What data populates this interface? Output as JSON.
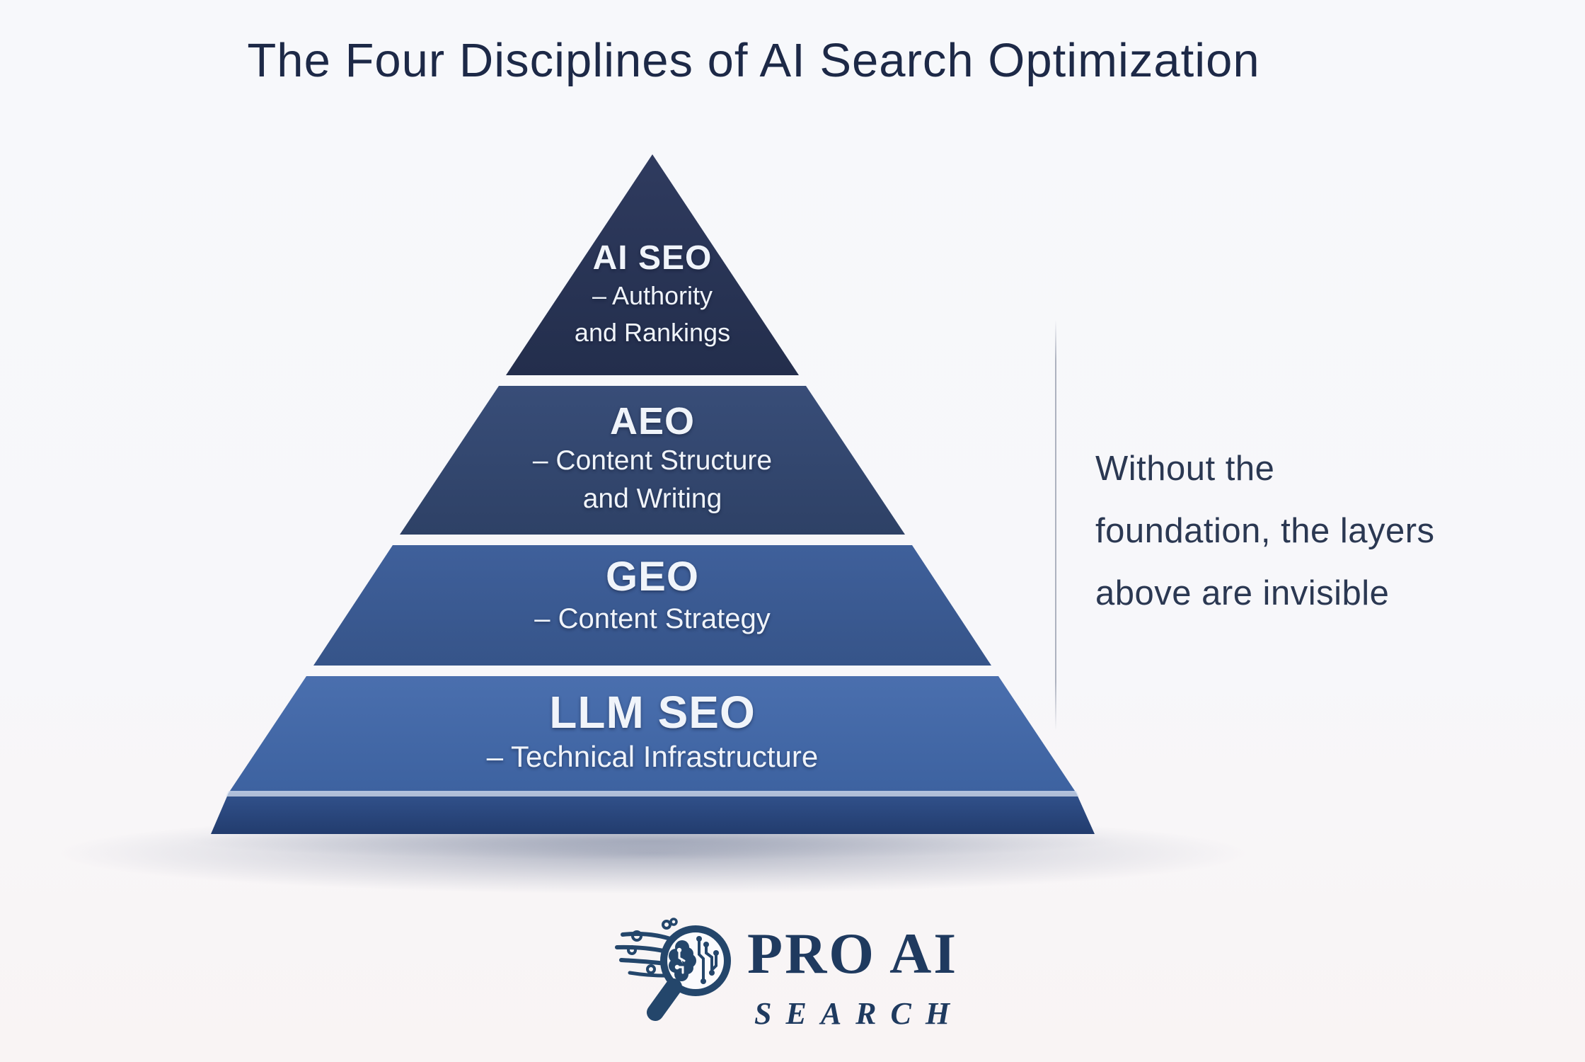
{
  "title": "The Four Disciplines of AI Search Optimization",
  "pyramid": {
    "layers": [
      {
        "name": "AI SEO",
        "subtitle1": "– Authority",
        "subtitle2": "and Rankings",
        "color": "#2b3657"
      },
      {
        "name": "AEO",
        "subtitle1": "– Content Structure",
        "subtitle2": "and Writing",
        "color": "#35496f"
      },
      {
        "name": "GEO",
        "subtitle1": "– Content Strategy",
        "color": "#3c5c95"
      },
      {
        "name": "LLM SEO",
        "subtitle1": "– Technical Infrastructure",
        "color": "#4368a8"
      }
    ],
    "base_color": "#2d4c84"
  },
  "annotation": {
    "line1": "Without the",
    "line2": "foundation, the layers",
    "line3": "above are invisible"
  },
  "logo": {
    "brand": "PRO AI",
    "tagline": "SEARCH",
    "icon": "magnifier-brain-icon",
    "color": "#1f3a5f"
  },
  "colors": {
    "background": "#f7f8fb",
    "title_text": "#1d2947",
    "annotation_text": "#2b3852",
    "divider": "#adb2bf",
    "layer_label_text": "#f0f4fa",
    "shadow": "#8a93a8"
  }
}
